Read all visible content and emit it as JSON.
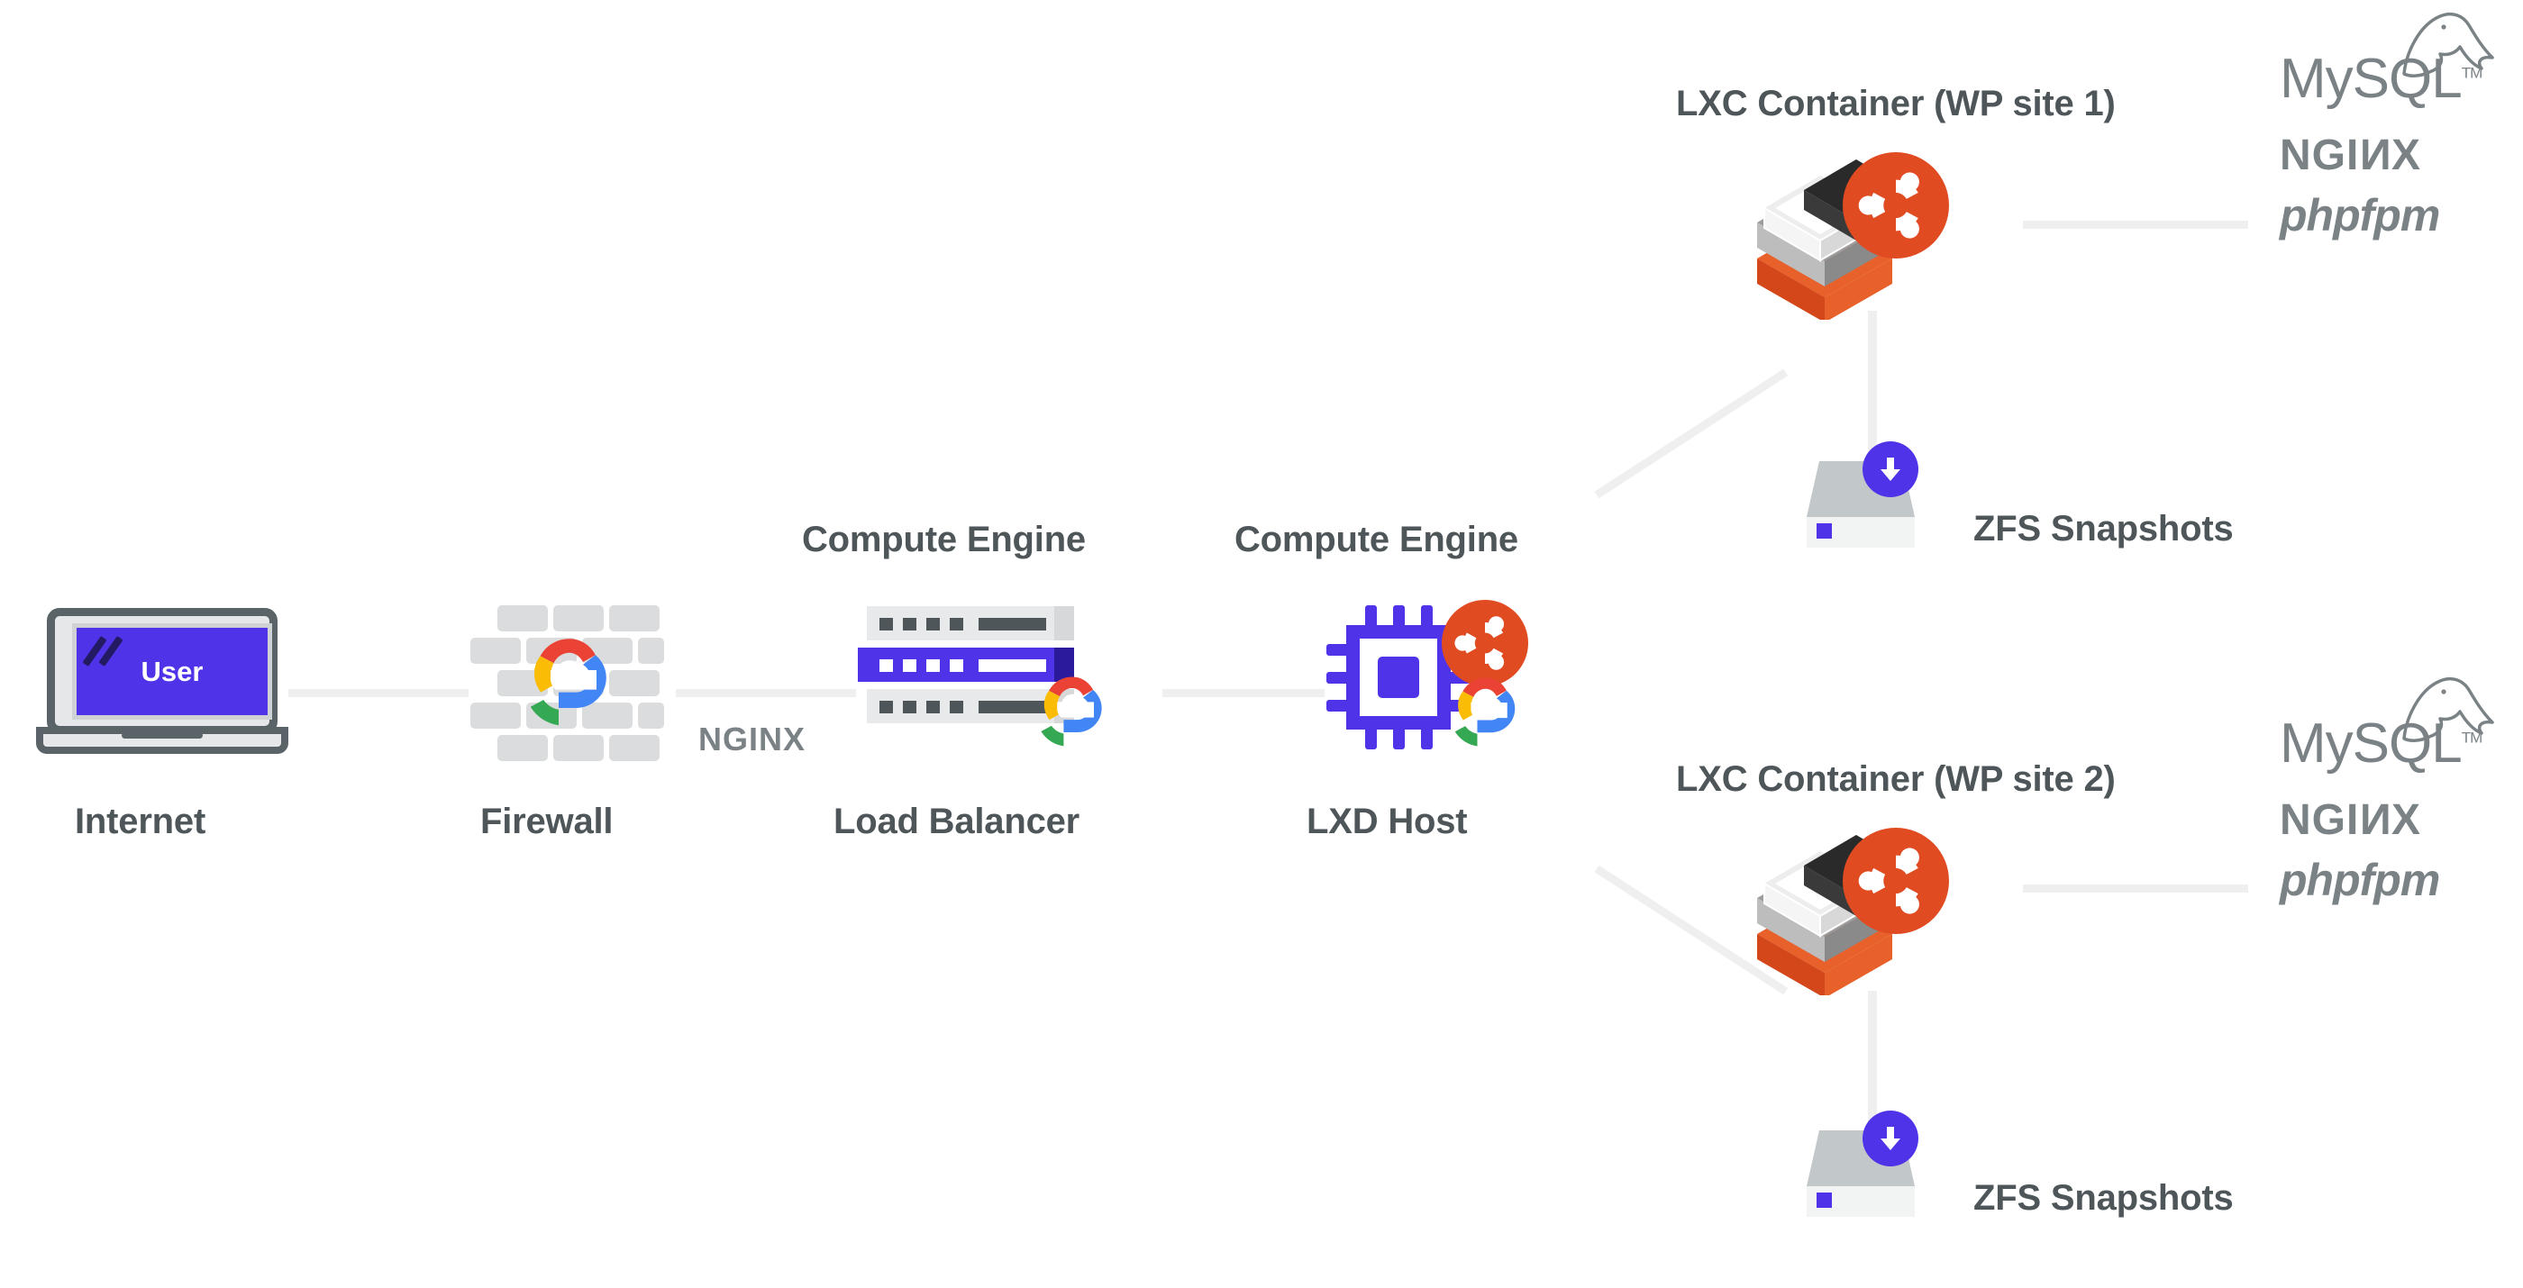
{
  "diagram": {
    "title": "WordPress hosting architecture on Google Cloud with LXD containers",
    "background_color": "#ffffff",
    "connector_color": "#efefef",
    "label_color": "#4e5659",
    "accent_purple": "#4f33e8",
    "ubuntu_orange": "#dd4814",
    "logo_gray": "#7a8286"
  },
  "nodes": {
    "internet": {
      "label": "Internet",
      "screen_text": "User",
      "icon": "laptop-icon"
    },
    "firewall": {
      "label": "Firewall",
      "icon": "brick-wall-icon",
      "overlay_icon": "google-cloud-icon"
    },
    "load_balancer": {
      "label": "Load Balancer",
      "title": "Compute Engine",
      "icon": "server-rack-icon",
      "overlay_icon": "google-cloud-icon",
      "protocol_label": "NGINX"
    },
    "lxd_host": {
      "label": "LXD Host",
      "title": "Compute Engine",
      "icon": "cpu-chip-icon",
      "overlay_icons": [
        "ubuntu-icon",
        "google-cloud-icon"
      ]
    },
    "container_1": {
      "title": "LXC Container (WP site 1)",
      "icon": "lxc-container-icon",
      "overlay_icon": "ubuntu-icon"
    },
    "container_2": {
      "title": "LXC Container (WP site 2)",
      "icon": "lxc-container-icon",
      "overlay_icon": "ubuntu-icon"
    },
    "snapshots_1": {
      "label": "ZFS Snapshots",
      "icon": "storage-device-icon",
      "badge_icon": "download-arrow-icon"
    },
    "snapshots_2": {
      "label": "ZFS Snapshots",
      "icon": "storage-device-icon",
      "badge_icon": "download-arrow-icon"
    }
  },
  "stack_logos_1": {
    "mysql": "MySQL",
    "mysql_tm": "TM",
    "nginx_part1": "NGI",
    "nginx_part2": "N",
    "nginx_part3": "X",
    "phpfpm": "phpfpm"
  },
  "stack_logos_2": {
    "mysql": "MySQL",
    "mysql_tm": "TM",
    "nginx_part1": "NGI",
    "nginx_part2": "N",
    "nginx_part3": "X",
    "phpfpm": "phpfpm"
  }
}
